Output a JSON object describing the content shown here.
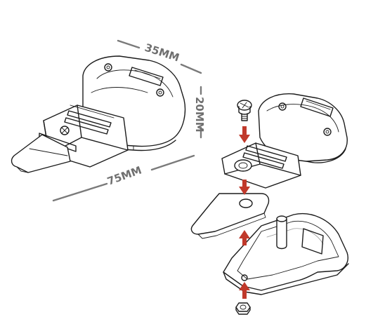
{
  "dimensions": {
    "width_label": "35MM",
    "height_label": "20MM",
    "length_label": "75MM"
  },
  "colors": {
    "arrow": "#c0392b",
    "dimension_line": "#7a7a7a",
    "outline": "#1c1c1c"
  },
  "parts": [
    "screw",
    "top-cover",
    "metal-plate",
    "base-housing",
    "hex-nut"
  ]
}
